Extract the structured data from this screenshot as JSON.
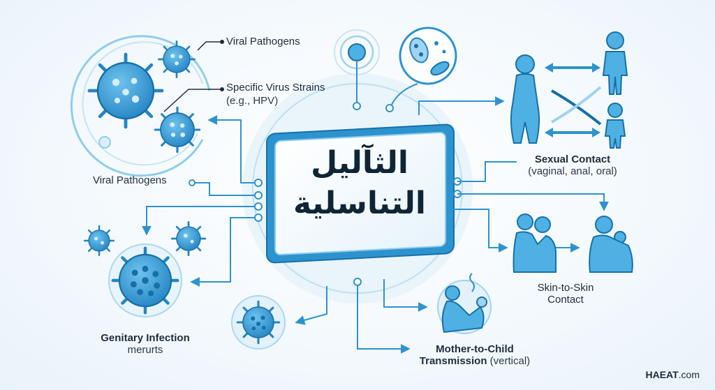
{
  "title": {
    "line1": "الثآليل",
    "line2": "التناسلية"
  },
  "labels": {
    "viral_pathogens_top": "Viral Pathogens",
    "specific_strains": "Specific Virus Strains",
    "specific_strains_example": "(e.g., HPV)",
    "viral_pathogens_mid": "Viral Pathogens",
    "genitary_infection": "Genitary Infection",
    "genitary_infection_sub": "merurts",
    "sexual_contact": "Sexual Contact",
    "sexual_contact_sub": "(vaginal, anal, oral)",
    "skin_to_skin_line1": "Skin-to-Skin",
    "skin_to_skin_line2": "Contact",
    "mother_child_line1": "Mother-to-Child",
    "mother_child_line2": "Transmission",
    "mother_child_sub": "(vertical)"
  },
  "brand": {
    "name": "HAEAT",
    "suffix": ".com"
  },
  "colors": {
    "primary": "#2d93cf",
    "dark": "#1670a8",
    "light": "#9fd3f0",
    "pale": "#d6ecf8"
  }
}
